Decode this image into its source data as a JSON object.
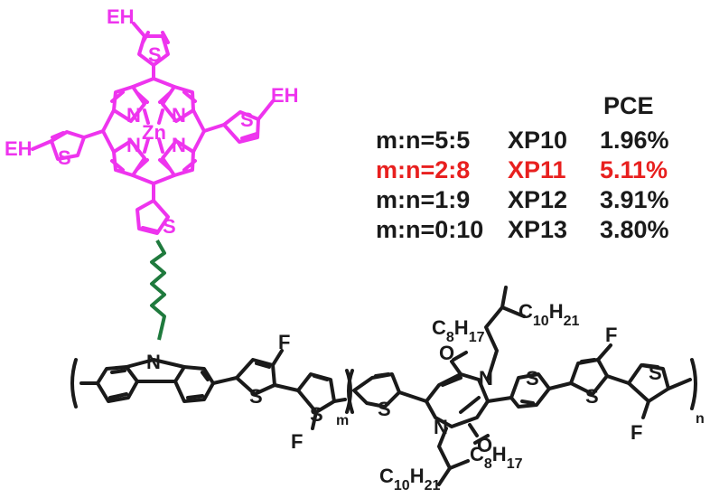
{
  "colors": {
    "porphyrin": "#ee34ee",
    "backbone": "#1a1a1a",
    "linker": "#1f7a3d",
    "highlight": "#e8201f"
  },
  "porphyrin": {
    "metal": "Zn",
    "nitrogen": "N",
    "sulfur": "S",
    "end_group": "EH"
  },
  "table": {
    "header": "PCE",
    "rows": [
      {
        "ratio": "m:n=5:5",
        "name": "XP10",
        "pce": "1.96%",
        "highlight": false
      },
      {
        "ratio": "m:n=2:8",
        "name": "XP11",
        "pce": "5.11%",
        "highlight": true
      },
      {
        "ratio": "m:n=1:9",
        "name": "XP12",
        "pce": "3.91%",
        "highlight": false
      },
      {
        "ratio": "m:n=0:10",
        "name": "XP13",
        "pce": "3.80%",
        "highlight": false
      }
    ]
  },
  "backbone": {
    "nitrogen": "N",
    "sulfur": "S",
    "fluorine": "F",
    "oxygen": "O",
    "sub_m": "m",
    "sub_n": "n",
    "chain_top_a": {
      "base1": "C",
      "sub1": "8",
      "base2": "H",
      "sub2": "17"
    },
    "chain_top_b": {
      "base1": "C",
      "sub1": "10",
      "base2": "H",
      "sub2": "21"
    },
    "chain_bot_a": {
      "base1": "C",
      "sub1": "10",
      "base2": "H",
      "sub2": "21"
    },
    "chain_bot_b": {
      "base1": "C",
      "sub1": "8",
      "base2": "H",
      "sub2": "17"
    }
  }
}
